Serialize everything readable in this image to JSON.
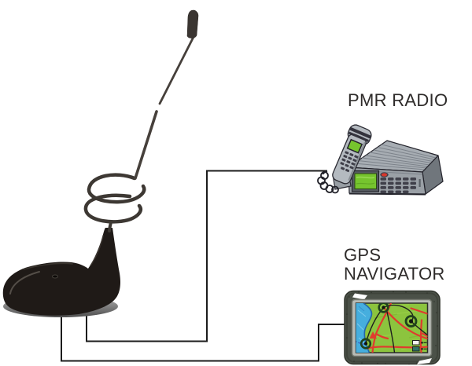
{
  "diagram": {
    "type": "connection-diagram",
    "background_color": "#ffffff",
    "labels": {
      "pmr_radio": "PMR RADIO",
      "gps_line1": "GPS",
      "gps_line2": "NAVIGATOR"
    },
    "components": [
      {
        "id": "vehicle-antenna",
        "description": "black vehicle whip antenna with spring coil and shark-fin magnetic base"
      },
      {
        "id": "pmr-radio",
        "description": "mobile PMR radio transceiver with handset and green displays",
        "label": "PMR RADIO"
      },
      {
        "id": "gps-navigator",
        "description": "GPS navigator with hand-drawn road map on screen",
        "label": "GPS NAVIGATOR"
      }
    ],
    "connections": [
      {
        "from": "vehicle-antenna",
        "to": "pmr-radio",
        "style": "right-angle cable"
      },
      {
        "from": "vehicle-antenna",
        "to": "gps-navigator",
        "style": "right-angle cable"
      }
    ],
    "colors": {
      "wire": "#1c1c1c",
      "label_text": "#2e2b2a",
      "antenna_black": "#1f1a17",
      "radio_body": "#a7adb3",
      "radio_side": "#70767c",
      "screen_green": "#76c42e",
      "map_land_green": "#8cc43e",
      "map_water_blue": "#46aede",
      "map_road_red": "#e03a2e",
      "gps_frame": "#4b5148"
    }
  }
}
